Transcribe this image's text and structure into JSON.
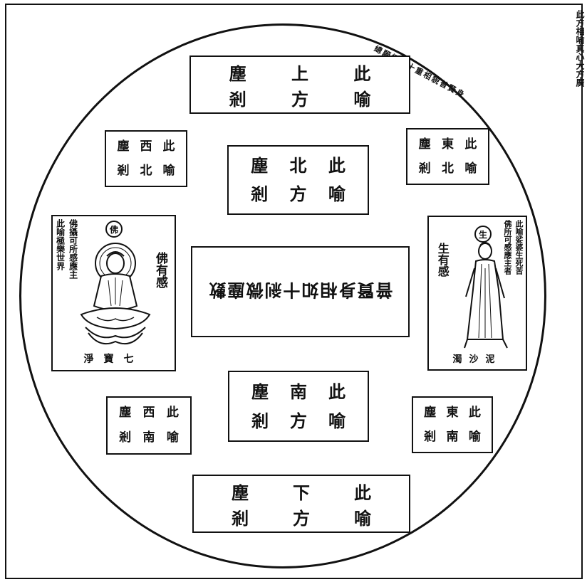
{
  "side_label": "此方相喻真心大方廣",
  "arc_label": "總願攝化十重相貌普賢身",
  "center_box": "普賢身相如十剎微塵數",
  "top_box": {
    "cells": [
      "塵",
      "上",
      "此",
      "剎",
      "方",
      "喻"
    ]
  },
  "north_box": {
    "cells": [
      "塵",
      "北",
      "此",
      "剎",
      "方",
      "喻"
    ]
  },
  "south_box": {
    "cells": [
      "塵",
      "南",
      "此",
      "剎",
      "方",
      "喻"
    ]
  },
  "bottom_box": {
    "cells": [
      "塵",
      "下",
      "此",
      "剎",
      "方",
      "喻"
    ]
  },
  "nw_box": {
    "cells": [
      "塵",
      "西",
      "此",
      "剎",
      "北",
      "喻"
    ]
  },
  "ne_box": {
    "cells": [
      "塵",
      "東",
      "此",
      "剎",
      "北",
      "喻"
    ]
  },
  "sw_box": {
    "cells": [
      "塵",
      "西",
      "此",
      "剎",
      "南",
      "喻"
    ]
  },
  "se_box": {
    "cells": [
      "塵",
      "東",
      "此",
      "剎",
      "南",
      "喻"
    ]
  },
  "buddha_panel": {
    "seal": "佛",
    "label_right": "佛有感",
    "text_col1": "佛攝可所感應主",
    "text_col2": "此喻極樂世界",
    "caption": "淨寶七"
  },
  "being_panel": {
    "seal": "生",
    "label_left": "生有感",
    "text_col1": "此喻娑婆生死苦",
    "text_col2": "佛所可感應主者",
    "caption": "濁沙泥"
  }
}
